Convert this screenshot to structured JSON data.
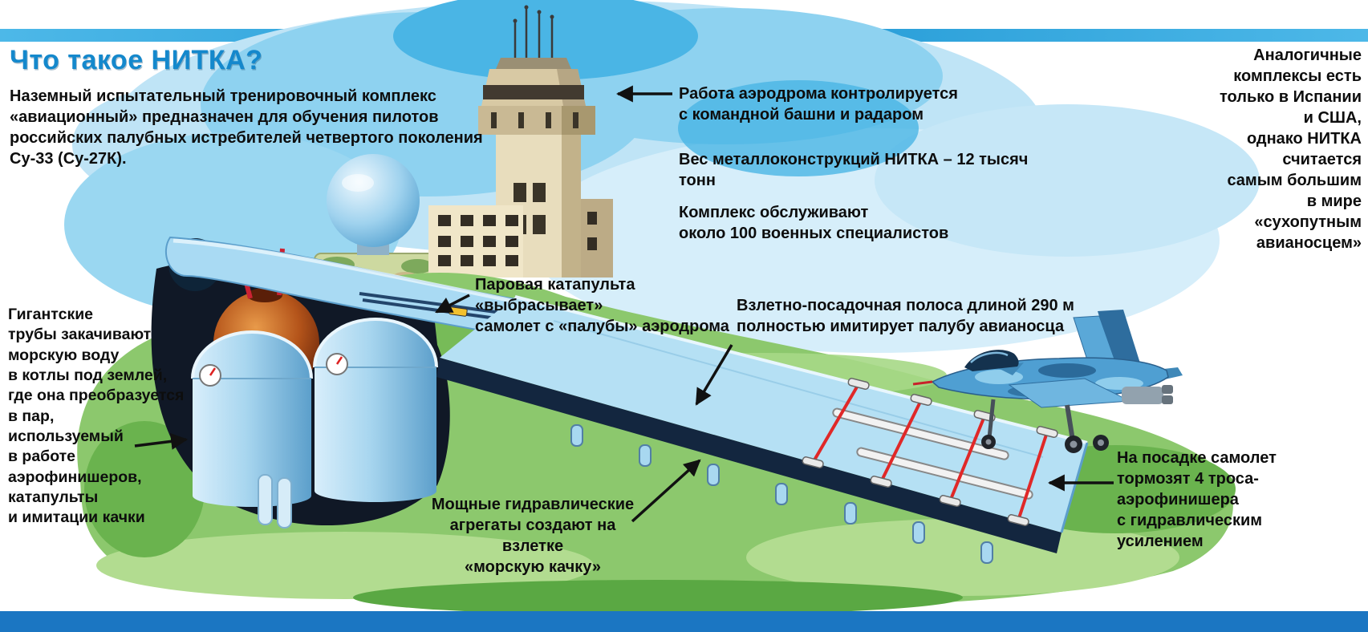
{
  "title": "Что такое НИТКА?",
  "intro": "Наземный испытательный тренировочный комплекс\n«авиационный» предназначен для обучения пилотов\nроссийских палубных истребителей четвертого поколения\nСу-33 (Су-27К).",
  "callouts": {
    "tower": "Работа аэродрома контролируется\nс командной башни и радаром",
    "weight": "Вес металлоконструкций НИТКА – 12 тысяч тонн",
    "staff": "Комплекс обслуживают\nоколо 100 военных специалистов",
    "catapult": "Паровая катапульта «выбрасывает»\nсамолет с «палубы» аэродрома",
    "runway": "Взлетно-посадочная полоса длиной 290 м\nполностью имитирует палубу авианосца",
    "hydraulic": "Мощные гидравлические\nагрегаты создают на взлетке\n«морскую качку»",
    "pipes": "Гигантские\nтрубы закачивают\nморскую воду\nв котлы под землей,\nгде она преобразуется\nв пар,\nиспользуемый\nв работе\nаэрофинишеров,\nкатапульты\nи имитации качки",
    "analog": "Аналогичные\nкомплексы есть\nтолько в Испании\nи США,\nоднако НИТКА\nсчитается\nсамым большим\nв мире\n«сухопутным\nавианосцем»",
    "landing": "На посадке самолет\nтормозят 4 троса-\nаэрофинишера\nс гидравлическим\nусилением"
  },
  "colors": {
    "accent_blue": "#1488cc",
    "top_bar_blue": "#2aa0d8",
    "bottom_bar_blue": "#1b76c2",
    "cable_red": "#e02828",
    "sky_blue": "#9fd6f0",
    "grass_green": "#8cc86d",
    "deck_blue": "#b5e0f4",
    "text_black": "#0d0d0d"
  }
}
